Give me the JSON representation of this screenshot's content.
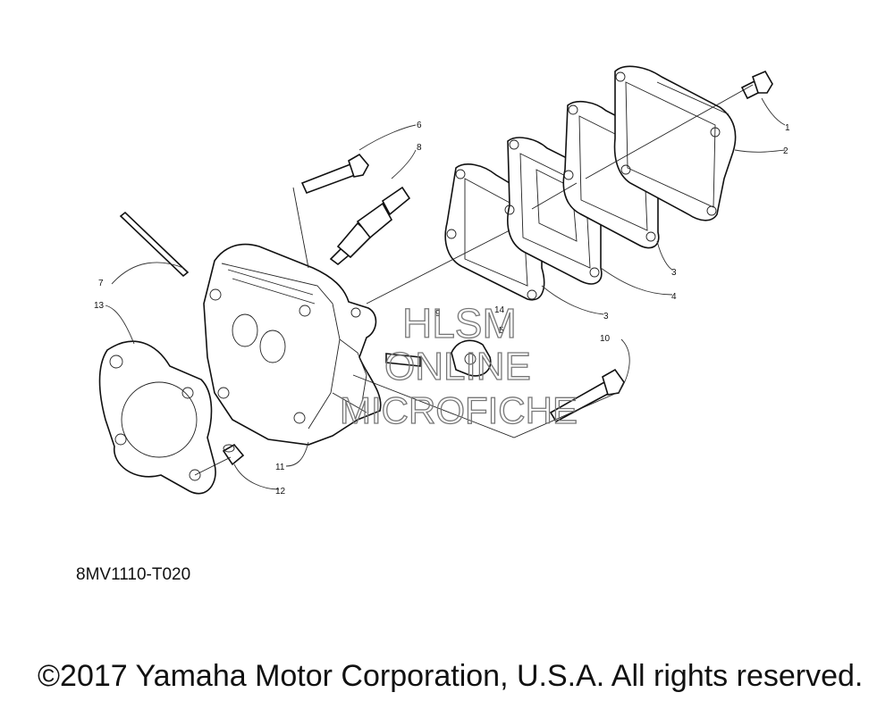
{
  "diagram": {
    "code": "8MV1110-T020",
    "copyright": "©2017 Yamaha Motor Corporation, U.S.A. All rights reserved.",
    "callouts": {
      "c1": "1",
      "c2": "2",
      "c3a": "3",
      "c3b": "3",
      "c4": "4",
      "c5": "5",
      "c6": "6",
      "c7": "7",
      "c8": "8",
      "c9": "9",
      "c10": "10",
      "c11": "11",
      "c12": "12",
      "c13": "13",
      "c14": "14"
    }
  },
  "watermark": {
    "line1": "HLSM",
    "line2": "ONLINE",
    "line3": "MICROFICHE"
  }
}
